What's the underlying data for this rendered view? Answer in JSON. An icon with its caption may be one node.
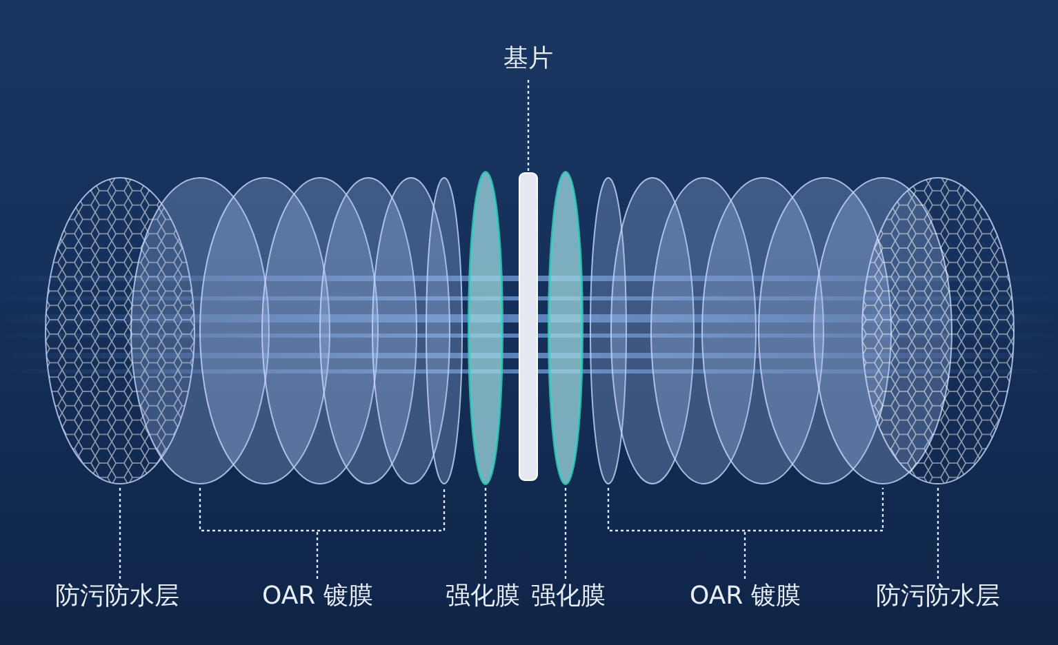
{
  "diagram": {
    "nodes": [
      {
        "text": [
          "基片"
        ]
      },
      {
        "text": [],
        "shape": "bar"
      },
      {
        "text": [
          "防污防水层"
        ]
      },
      {
        "text": [],
        "shape": "ellipse"
      },
      {
        "text": [
          "OAR 镀膜"
        ]
      },
      {
        "text": [],
        "shape": "ellipse"
      },
      {
        "text": [
          "强化膜"
        ]
      },
      {
        "text": [],
        "shape": "ellipse"
      },
      {
        "text": [
          "强化膜"
        ]
      },
      {
        "text": [],
        "shape": "ellipse"
      },
      {
        "text": [
          "OAR 镀膜"
        ]
      },
      {
        "text": [],
        "shape": "ellipse"
      },
      {
        "text": [
          "防污防水层"
        ]
      },
      {
        "text": [],
        "shape": "ellipse"
      }
    ],
    "edges": [
      {
        "from": 0,
        "to": 1,
        "arrow": "none"
      },
      {
        "from": 2,
        "to": 3,
        "arrow": "none"
      },
      {
        "from": 4,
        "to": 5,
        "arrow": "none"
      },
      {
        "from": 6,
        "to": 7,
        "arrow": "none"
      },
      {
        "from": 8,
        "to": 9,
        "arrow": "none"
      },
      {
        "from": 10,
        "to": 11,
        "arrow": "none"
      },
      {
        "from": 12,
        "to": 13,
        "arrow": "none"
      }
    ]
  }
}
